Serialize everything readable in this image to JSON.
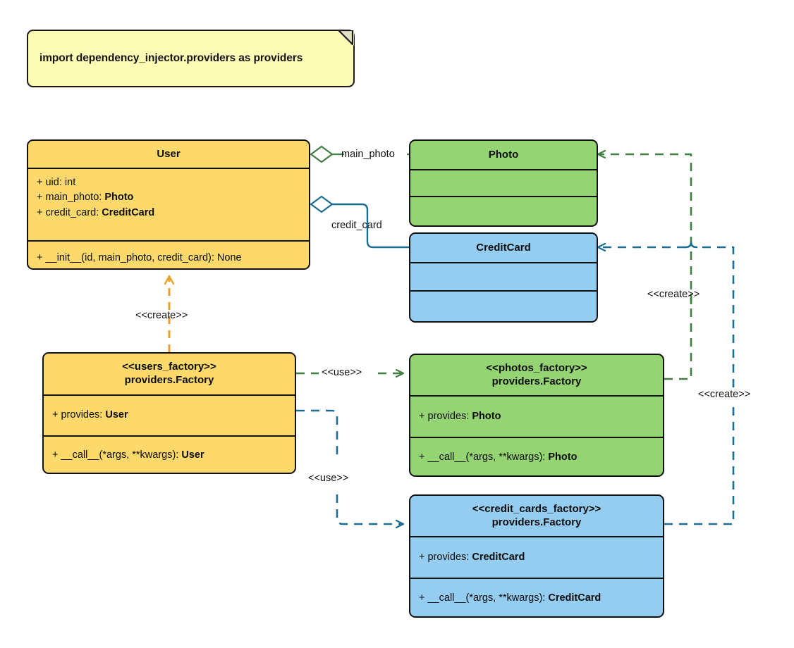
{
  "diagram": {
    "title": "Dependency Injector factories UML class diagram",
    "colors": {
      "yellow_fill": "#fcd96a",
      "green_fill": "#95d473",
      "blue_fill": "#95cdf0",
      "note_fill": "#fdfcb4",
      "outline": "#111111",
      "green_edge": "#3f8040",
      "blue_edge": "#1b6e92",
      "orange_edge": "#e8a12a"
    }
  },
  "note": {
    "text": "import dependency_injector.providers as providers"
  },
  "classes": {
    "user": {
      "name": "User",
      "attributes": [
        {
          "prefix": "+ uid: ",
          "type": "int",
          "type_bold": false
        },
        {
          "prefix": "+ main_photo: ",
          "type": "Photo",
          "type_bold": true
        },
        {
          "prefix": "+ credit_card: ",
          "type": "CreditCard",
          "type_bold": true
        }
      ],
      "methods": [
        {
          "prefix": "+ __init__(id, main_photo, credit_card): ",
          "type": "None",
          "type_bold": false
        }
      ]
    },
    "photo": {
      "name": "Photo",
      "attributes": [],
      "methods": []
    },
    "credit_card": {
      "name": "CreditCard",
      "attributes": [],
      "methods": []
    },
    "users_factory": {
      "stereotype": "<<users_factory>>",
      "name": "providers.Factory",
      "attributes": [
        {
          "prefix": "+ provides: ",
          "type": "User",
          "type_bold": true
        }
      ],
      "methods": [
        {
          "prefix": "+ __call__(*args, **kwargs): ",
          "type": "User",
          "type_bold": true
        }
      ]
    },
    "photos_factory": {
      "stereotype": "<<photos_factory>>",
      "name": "providers.Factory",
      "attributes": [
        {
          "prefix": "+ provides: ",
          "type": "Photo",
          "type_bold": true
        }
      ],
      "methods": [
        {
          "prefix": "+ __call__(*args, **kwargs): ",
          "type": "Photo",
          "type_bold": true
        }
      ]
    },
    "credit_cards_factory": {
      "stereotype": "<<credit_cards_factory>>",
      "name": "providers.Factory",
      "attributes": [
        {
          "prefix": "+ provides: ",
          "type": "CreditCard",
          "type_bold": true
        }
      ],
      "methods": [
        {
          "prefix": "+ __call__(*args, **kwargs): ",
          "type": "CreditCard",
          "type_bold": true
        }
      ]
    }
  },
  "edges": {
    "main_photo_label": "main_photo",
    "credit_card_label": "credit_card",
    "create_user_label": "<<create>>",
    "use_photos_label": "<<use>>",
    "use_credit_cards_label": "<<use>>",
    "create_photo_label": "<<create>>",
    "create_credit_card_label": "<<create>>"
  }
}
